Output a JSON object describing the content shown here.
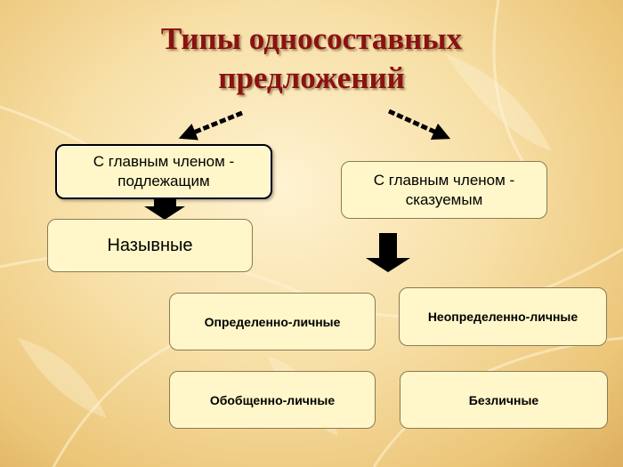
{
  "title": {
    "line1": "Типы односоставных",
    "line2": "предложений"
  },
  "nodes": {
    "subject": "С главным членом - подлежащим",
    "predicate": "С главным членом - сказуемым",
    "nominative": "Назывные",
    "definite_personal": "Определенно-личные",
    "indefinite_personal": "Неопределенно-личные",
    "generalized_personal": "Обобщенно-личные",
    "impersonal": "Безличные"
  },
  "colors": {
    "title": "#8a1212",
    "box_fill": "#fff7c9",
    "box_border": "#8a7a55",
    "arrow": "#000000"
  }
}
